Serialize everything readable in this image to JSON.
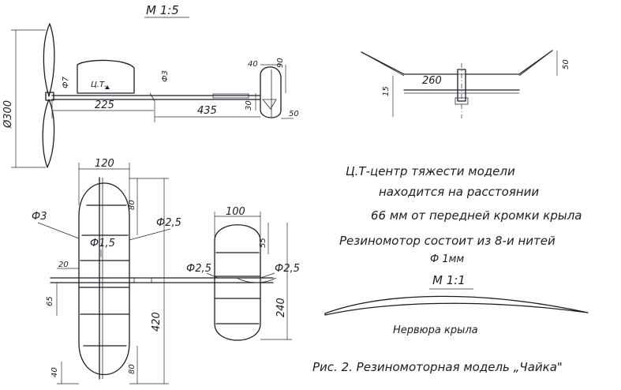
{
  "scale_main": "М 1:5",
  "scale_rib": "М 1:1",
  "side_view": {
    "prop_diameter": "Ø300",
    "phi7": "Ф7",
    "cg_label": "Ц.Т.",
    "phi3": "Ф3",
    "dim_225": "225",
    "dim_435": "435",
    "dim_40": "40",
    "dim_90": "90",
    "dim_30": "30",
    "dim_50": "50"
  },
  "front_view": {
    "dim_260": "260",
    "dim_50": "50",
    "dim_15": "15"
  },
  "wing_plan": {
    "dim_120": "120",
    "dim_80_top": "80",
    "phi3": "Ф3",
    "phi25": "Ф2,5",
    "phi15": "Ф1,5",
    "dim_20": "20",
    "dim_65": "65",
    "dim_420": "420",
    "dim_40": "40",
    "dim_80_bottom": "80"
  },
  "stab_plan": {
    "dim_100": "100",
    "dim_55": "55",
    "phi25_left": "Ф2,5",
    "phi25_right": "Ф2,5",
    "dim_240": "240"
  },
  "notes": {
    "line1": "Ц.Т-центр тяжести модели",
    "line2": "находится на расстоянии",
    "line3": "66 мм от передней кромки крыла",
    "line4": "Резиномотор состоит из 8-и нитей",
    "line5": "Ф 1мм"
  },
  "rib_label": "Нервюра крыла",
  "caption": "Рис. 2. Резиномоторная модель „Чайка\""
}
